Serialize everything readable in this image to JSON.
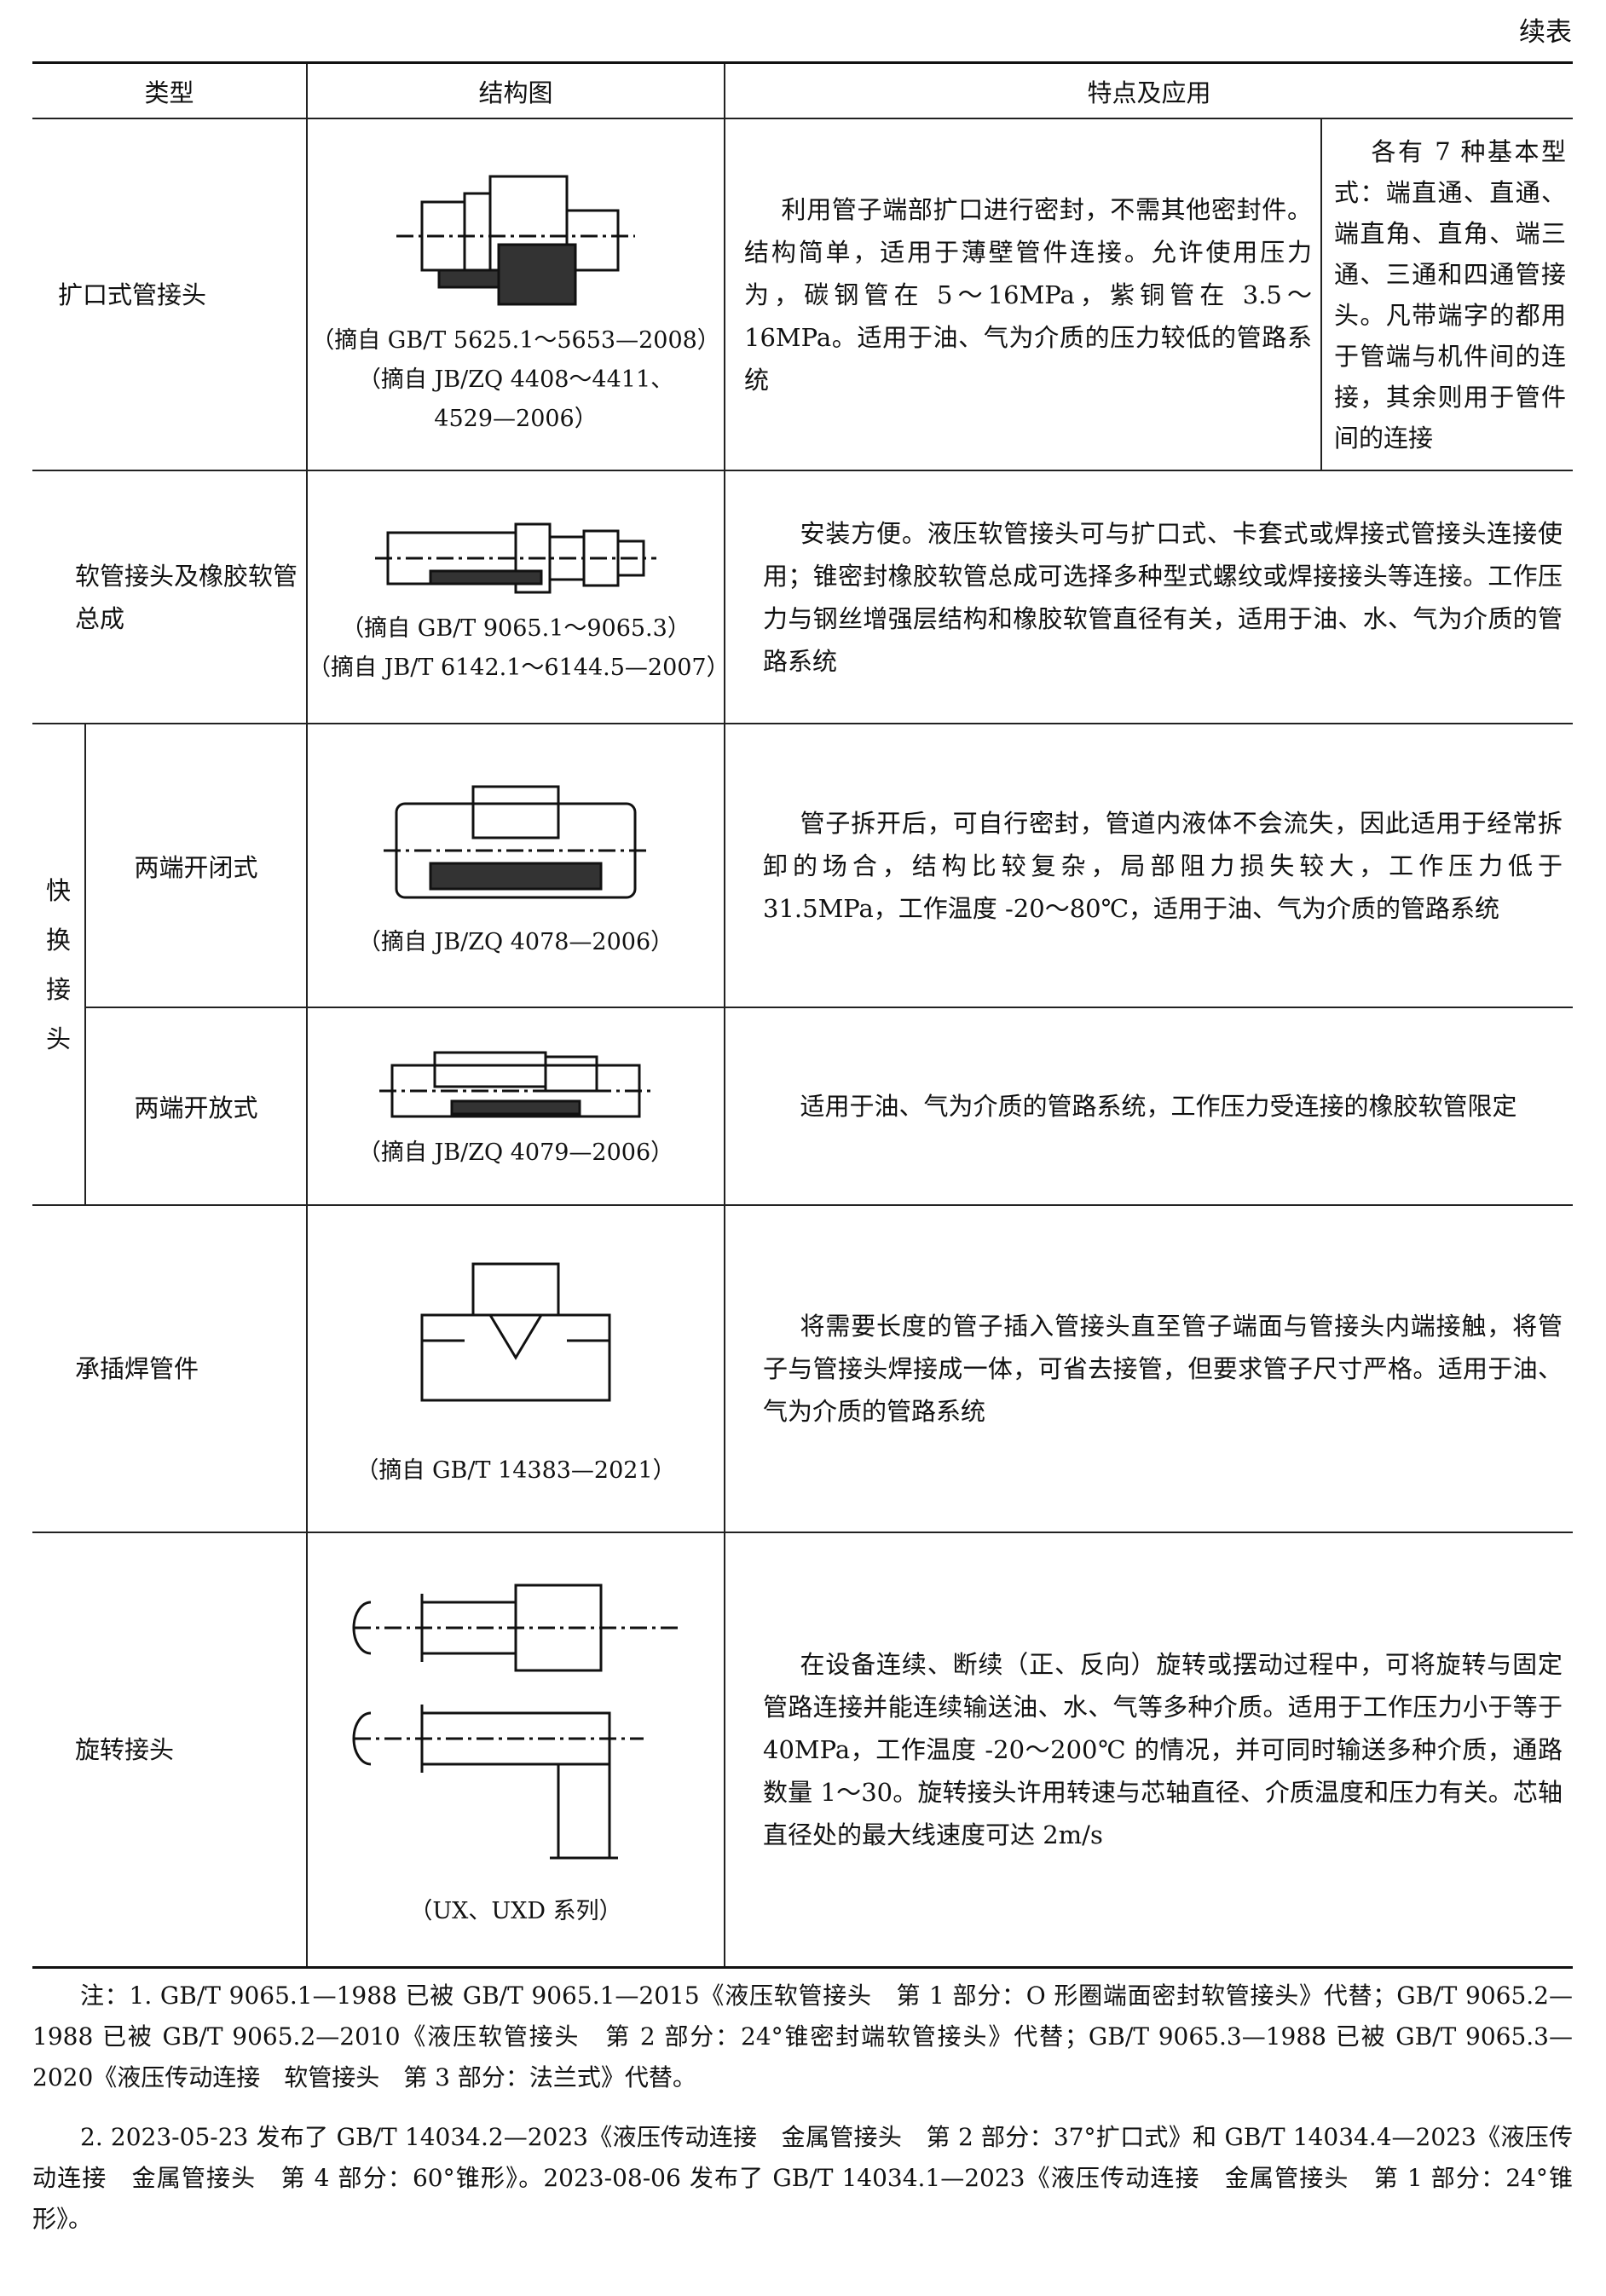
{
  "continued_label": "续表",
  "headers": [
    "类型",
    "结构图",
    "特点及应用"
  ],
  "rows": [
    {
      "type": "扩口式管接头",
      "sources": [
        "（摘自 GB/T 5625.1～5653—2008）",
        "（摘自 JB/ZQ 4408～4411、",
        "4529—2006）"
      ],
      "desc": "利用管子端部扩口进行密封，不需其他密封件。结构简单，适用于薄壁管件连接。允许使用压力为，碳钢管在 5～16MPa，紫铜管在 3.5～16MPa。适用于油、气为介质的压力较低的管路系统",
      "note": "各有 7 种基本型式：端直通、直通、端直角、直角、端三通、三通和四通管接头。凡带端字的都用于管端与机件间的连接，其余则用于管件间的连接"
    },
    {
      "type": "软管接头及橡胶软管总成",
      "sources": [
        "（摘自 GB/T 9065.1～9065.3）",
        "（摘自 JB/T 6142.1～6144.5—2007）"
      ],
      "desc": "安装方便。液压软管接头可与扩口式、卡套式或焊接式管接头连接使用；锥密封橡胶软管总成可选择多种型式螺纹或焊接接头等连接。工作压力与钢丝增强层结构和橡胶软管直径有关，适用于油、水、气为介质的管路系统"
    },
    {
      "group": "快换接头",
      "type": "两端开闭式",
      "sources": [
        "（摘自 JB/ZQ 4078—2006）"
      ],
      "desc": "管子拆开后，可自行密封，管道内液体不会流失，因此适用于经常拆卸的场合，结构比较复杂，局部阻力损失较大，工作压力低于 31.5MPa，工作温度 -20～80℃，适用于油、气为介质的管路系统"
    },
    {
      "type": "两端开放式",
      "sources": [
        "（摘自 JB/ZQ 4079—2006）"
      ],
      "desc": "适用于油、气为介质的管路系统，工作压力受连接的橡胶软管限定"
    },
    {
      "type": "承插焊管件",
      "sources": [
        "（摘自 GB/T 14383—2021）"
      ],
      "desc": "将需要长度的管子插入管接头直至管子端面与管接头内端接触，将管子与管接头焊接成一体，可省去接管，但要求管子尺寸严格。适用于油、气为介质的管路系统"
    },
    {
      "type": "旋转接头",
      "sources": [
        "（UX、UXD 系列）"
      ],
      "desc": "在设备连续、断续（正、反向）旋转或摆动过程中，可将旋转与固定管路连接并能连续输送油、水、气等多种介质。适用于工作压力小于等于 40MPa，工作温度 -20～200℃ 的情况，并可同时输送多种介质，通路数量 1～30。旋转接头许用转速与芯轴直径、介质温度和压力有关。芯轴直径处的最大线速度可达 2m/s"
    }
  ],
  "notes": [
    "注：1. GB/T 9065.1—1988 已被 GB/T 9065.1—2015《液压软管接头　第 1 部分：O 形圈端面密封软管接头》代替；GB/T 9065.2—1988 已被 GB/T 9065.2—2010《液压软管接头　第 2 部分：24°锥密封端软管接头》代替；GB/T 9065.3—1988 已被 GB/T 9065.3—2020《液压传动连接　软管接头　第 3 部分：法兰式》代替。",
    "2. 2023-05-23 发布了 GB/T 14034.2—2023《液压传动连接　金属管接头　第 2 部分：37°扩口式》和 GB/T 14034.4—2023《液压传动连接　金属管接头　第 4 部分：60°锥形》。2023-08-06 发布了 GB/T 14034.1—2023《液压传动连接　金属管接头　第 1 部分：24°锥形》。"
  ]
}
